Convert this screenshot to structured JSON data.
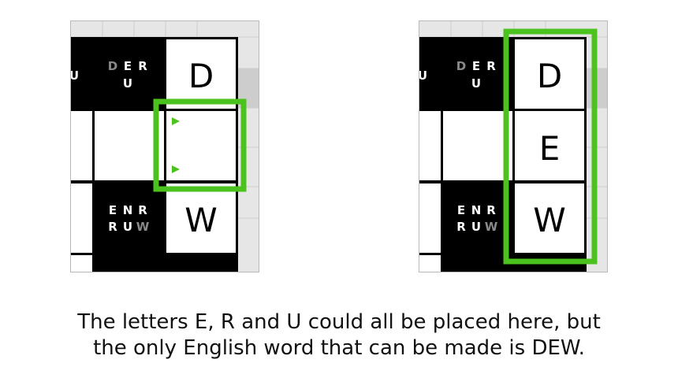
{
  "left_panel": {
    "hint_top": {
      "letters": [
        "D",
        "E",
        "R",
        "U"
      ],
      "used": [
        true,
        false,
        false,
        false
      ]
    },
    "hint_bottom": {
      "letters": [
        "E",
        "N",
        "R",
        "R",
        "U",
        "W"
      ],
      "used": [
        false,
        false,
        false,
        false,
        false,
        true
      ]
    },
    "partial_clue": "U",
    "cells": [
      "D",
      "",
      "W"
    ],
    "highlight_color": "#4cc21f"
  },
  "right_panel": {
    "hint_top": {
      "letters": [
        "D",
        "E",
        "R",
        "U"
      ],
      "used": [
        true,
        false,
        false,
        false
      ]
    },
    "hint_bottom": {
      "letters": [
        "E",
        "N",
        "R",
        "R",
        "U",
        "W"
      ],
      "used": [
        false,
        false,
        false,
        false,
        false,
        true
      ]
    },
    "partial_clue": "U",
    "cells": [
      "D",
      "E",
      "W"
    ],
    "highlight_color": "#4cc21f"
  },
  "caption": {
    "line1": "The letters E, R and U could all be placed here, but",
    "line2": "the only English word that can be made is DEW."
  }
}
